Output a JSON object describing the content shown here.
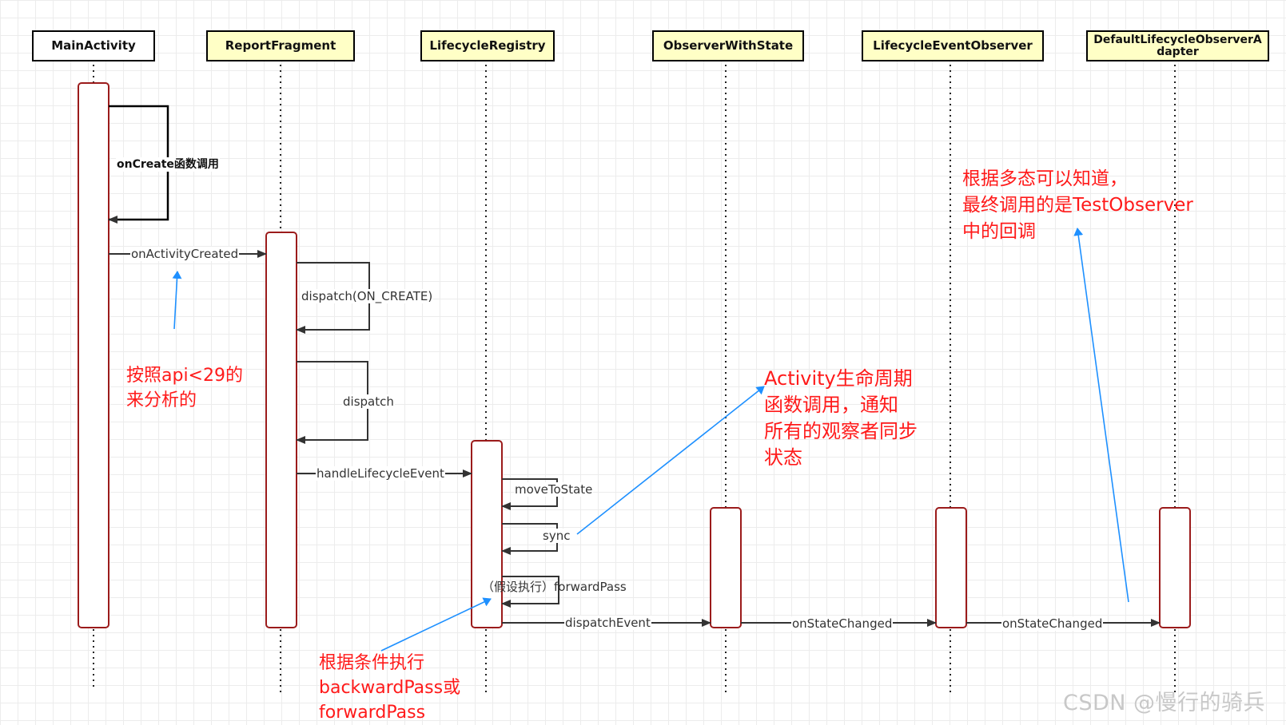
{
  "participants": [
    {
      "id": "main_activity",
      "label": "MainActivity",
      "style": "white"
    },
    {
      "id": "report_fragment",
      "label": "ReportFragment",
      "style": "yellow"
    },
    {
      "id": "lifecycle_registry",
      "label": "LifecycleRegistry",
      "style": "yellow"
    },
    {
      "id": "observer_with_state",
      "label": "ObserverWithState",
      "style": "yellow"
    },
    {
      "id": "lifecycle_event_observer",
      "label": "LifecycleEventObserver",
      "style": "yellow"
    },
    {
      "id": "default_adapter",
      "label": "DefaultLifecycleObserverAdapter",
      "style": "yellow"
    }
  ],
  "messages": {
    "on_create": "onCreate函数调用",
    "on_activity_created": "onActivityCreated",
    "dispatch_on_create": "dispatch(ON_CREATE)",
    "dispatch": "dispatch",
    "handle_lifecycle_event": "handleLifecycleEvent",
    "move_to_state": "moveToState",
    "sync": "sync",
    "forward_pass": "（假设执行）forwardPass",
    "dispatch_event": "dispatchEvent",
    "on_state_changed_1": "onStateChanged",
    "on_state_changed_2": "onStateChanged"
  },
  "notes": {
    "api_note": [
      "按照api<29的",
      "来分析的"
    ],
    "activity_note": [
      "Activity生命周期",
      "函数调用，通知",
      "所有的观察者同步",
      "状态"
    ],
    "polymorphism_note": [
      "根据多态可以知道，",
      "最终调用的是TestObserver",
      "中的回调"
    ],
    "condition_note": [
      "根据条件执行",
      "backwardPass或",
      "forwardPass"
    ]
  },
  "watermark": "CSDN @慢行的骑兵",
  "colors": {
    "note_text": "#ff1a1a",
    "annotation_arrow": "#1e90ff",
    "activation_border": "#9b1b1b",
    "participant_fill": "#ffffc6",
    "message_line": "#333333"
  }
}
